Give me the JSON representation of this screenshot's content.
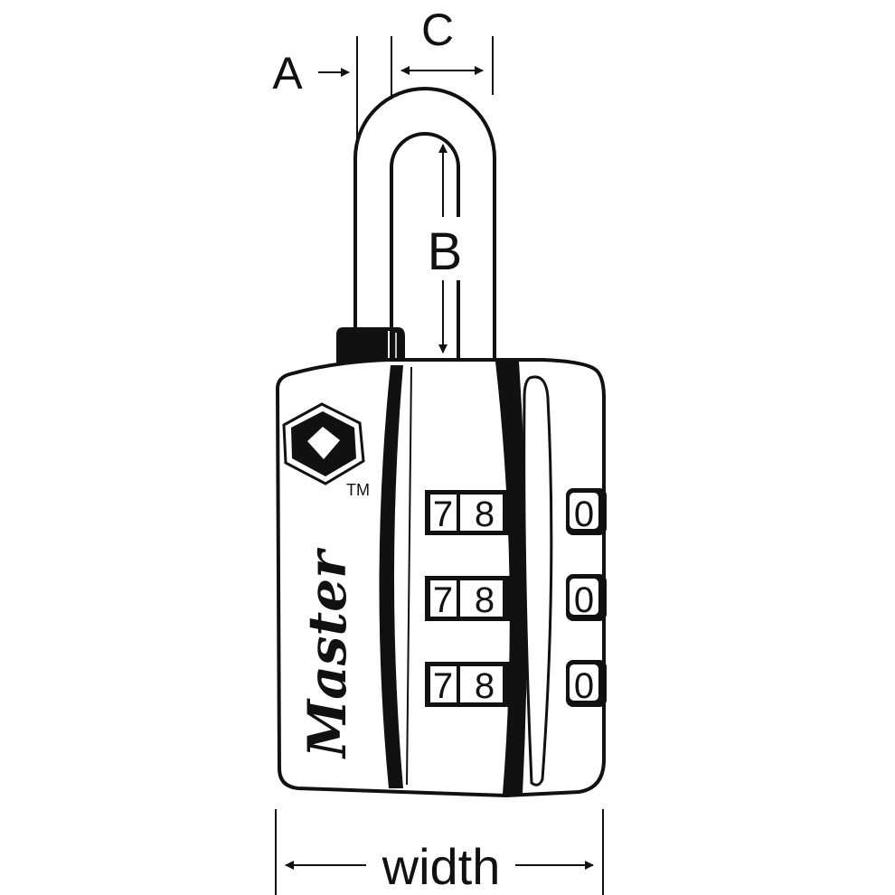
{
  "dimensions": {
    "a_label": "A",
    "b_label": "B",
    "c_label": "C",
    "width_label": "width"
  },
  "lock": {
    "brand": "Master",
    "trademark": "TM",
    "dials": [
      {
        "left": "7",
        "middle": "8",
        "right": "0"
      },
      {
        "left": "7",
        "middle": "8",
        "right": "0"
      },
      {
        "left": "7",
        "middle": "8",
        "right": "0"
      }
    ]
  },
  "colors": {
    "ink": "#111111",
    "paper": "#ffffff"
  }
}
